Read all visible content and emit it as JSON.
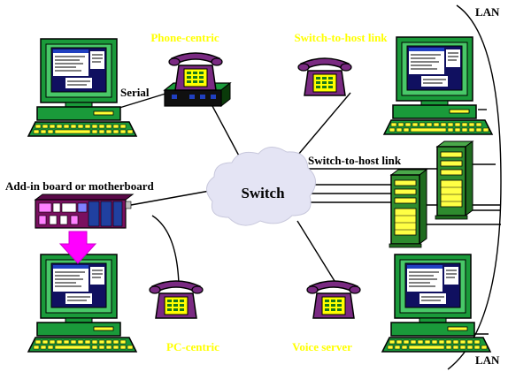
{
  "labels": {
    "phone_centric": "Phone-centric",
    "switch_to_host_top": "Switch-to-host link",
    "serial": "Serial",
    "switch_to_host_mid": "Switch-to-host link",
    "add_in_board": "Add-in board or motherboard",
    "switch": "Switch",
    "pc_centric": "PC-centric",
    "voice_server": "Voice server",
    "lan_top": "LAN",
    "lan_bottom": "LAN"
  },
  "colors": {
    "highlight_label": "#ffff00",
    "monitor_green": "#1a9a3a",
    "screen_navy": "#101060",
    "keyboard_yellow": "#ffff33",
    "phone_purple": "#7a2a82",
    "phone_yellow": "#ffff00",
    "server_green": "#2e8b2e",
    "server_yellow": "#ffff44",
    "cloud_fill": "#e4e4f4",
    "magenta_arrow": "#ff00ff",
    "board_purple": "#7a1060"
  },
  "icons": [
    "pc-workstation-icon",
    "telephone-icon",
    "pbx-unit-icon",
    "server-tower-icon",
    "add-in-board-icon",
    "down-arrow-icon",
    "switch-cloud-icon"
  ]
}
